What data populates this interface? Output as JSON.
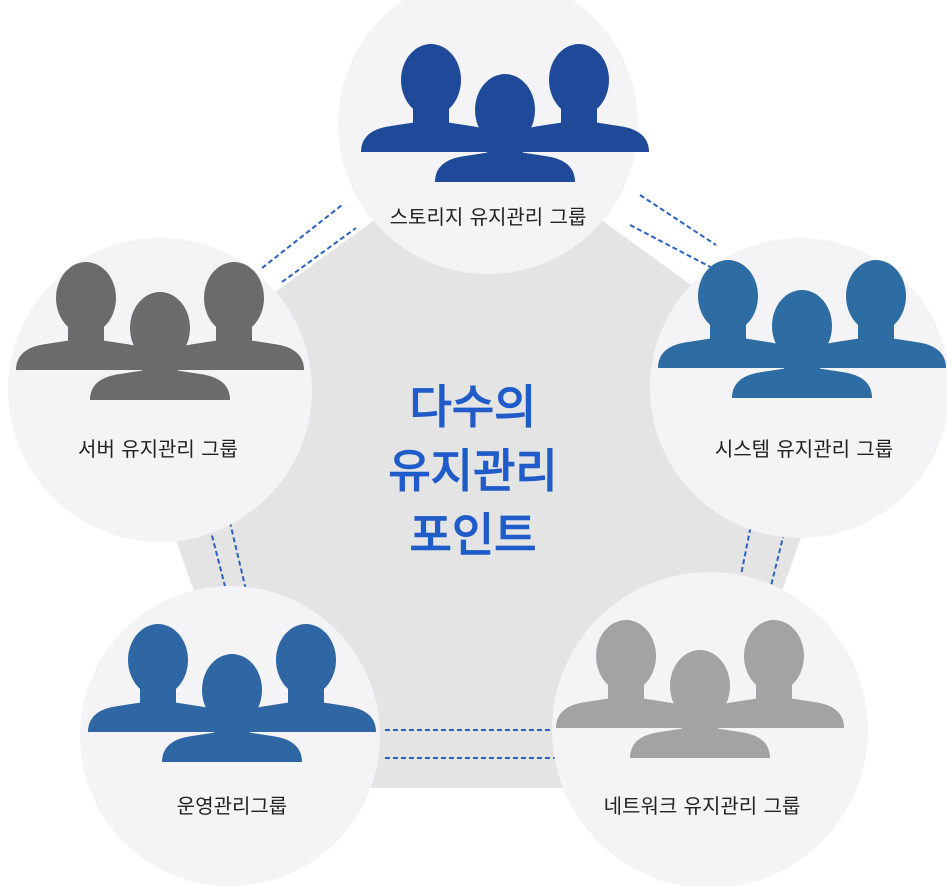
{
  "colors": {
    "pentagon_fill": "#e4e4e4",
    "circle_fill": "#f4f4f6",
    "dash_color": "#2a62c2",
    "title_color": "#1f5cc9"
  },
  "center": {
    "lines": [
      "다수의",
      "유지관리",
      "포인트"
    ]
  },
  "nodes": [
    {
      "label": "스토리지 유지관리 그룹",
      "icon": "users-group-icon",
      "icon_color": "#1f4a9a"
    },
    {
      "label": "시스템 유지관리 그룹",
      "icon": "users-group-icon",
      "icon_color": "#2e6ca4"
    },
    {
      "label": "네트워크 유지관리 그룹",
      "icon": "users-group-icon",
      "icon_color": "#a3a3a3"
    },
    {
      "label": "운영관리그룹",
      "icon": "users-group-icon",
      "icon_color": "#2f67a5"
    },
    {
      "label": "서버 유지관리 그룹",
      "icon": "users-group-icon",
      "icon_color": "#6b6b6b"
    }
  ]
}
